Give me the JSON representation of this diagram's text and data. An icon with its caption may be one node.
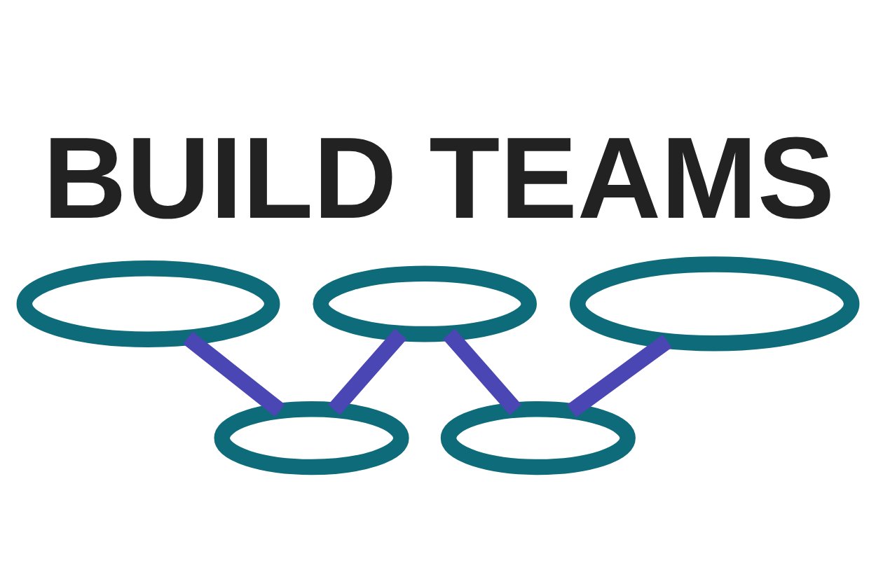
{
  "diagram": {
    "title": "BUILD TEAMS",
    "nodes": [
      {
        "text": [],
        "shape": "ellipse"
      },
      {
        "text": [],
        "shape": "ellipse"
      },
      {
        "text": [],
        "shape": "ellipse"
      },
      {
        "text": [],
        "shape": "ellipse"
      },
      {
        "text": [],
        "shape": "ellipse"
      }
    ],
    "edges": [
      {
        "from": 0,
        "to": 1,
        "arrow": "none"
      },
      {
        "from": 1,
        "to": 2,
        "arrow": "none"
      },
      {
        "from": 2,
        "to": 3,
        "arrow": "none"
      },
      {
        "from": 3,
        "to": 4,
        "arrow": "none"
      }
    ]
  }
}
